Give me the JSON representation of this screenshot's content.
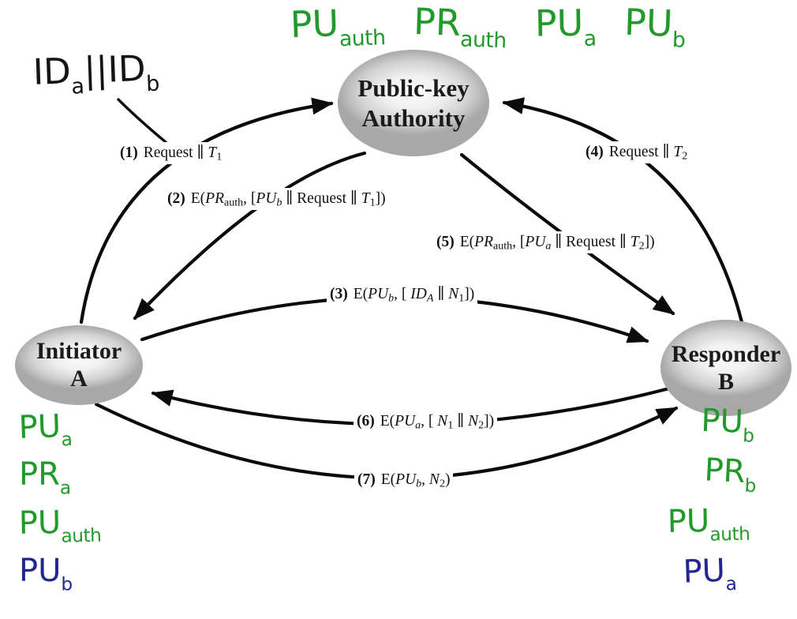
{
  "colors": {
    "ink_green": "#219a2b",
    "ink_blue": "#23268f",
    "ink_black": "#141414",
    "arrow": "#0b0b0b",
    "node_fill_edge": "#a8a8a8"
  },
  "nodes": {
    "authority": {
      "line1": "Public-key",
      "line2": "Authority"
    },
    "initiator": {
      "line1": "Initiator",
      "line2": "A"
    },
    "responder": {
      "line1": "Responder",
      "line2": "B"
    }
  },
  "messages": [
    {
      "num": "(1)",
      "parts": [
        {
          "t": "Request ∥ "
        },
        {
          "t": "T",
          "i": 1
        },
        {
          "t": "1",
          "s": 1
        }
      ]
    },
    {
      "num": "(2)",
      "parts": [
        {
          "t": "E("
        },
        {
          "t": "PR",
          "i": 1
        },
        {
          "t": "auth",
          "s": 1
        },
        {
          "t": ", ["
        },
        {
          "t": "PU",
          "i": 1
        },
        {
          "t": "b",
          "i": 1,
          "s": 1
        },
        {
          "t": " ∥ Request ∥ "
        },
        {
          "t": "T",
          "i": 1
        },
        {
          "t": "1",
          "s": 1
        },
        {
          "t": "])"
        }
      ]
    },
    {
      "num": "(3)",
      "parts": [
        {
          "t": "E("
        },
        {
          "t": "PU",
          "i": 1
        },
        {
          "t": "b",
          "i": 1,
          "s": 1
        },
        {
          "t": ", [ "
        },
        {
          "t": "ID",
          "i": 1
        },
        {
          "t": "A",
          "i": 1,
          "s": 1
        },
        {
          "t": " ∥ "
        },
        {
          "t": "N",
          "i": 1
        },
        {
          "t": "1",
          "s": 1
        },
        {
          "t": "])"
        }
      ]
    },
    {
      "num": "(4)",
      "parts": [
        {
          "t": "Request ∥ "
        },
        {
          "t": "T",
          "i": 1
        },
        {
          "t": "2",
          "s": 1
        }
      ]
    },
    {
      "num": "(5)",
      "parts": [
        {
          "t": "E("
        },
        {
          "t": "PR",
          "i": 1
        },
        {
          "t": "auth",
          "s": 1
        },
        {
          "t": ", ["
        },
        {
          "t": "PU",
          "i": 1
        },
        {
          "t": "a",
          "i": 1,
          "s": 1
        },
        {
          "t": " ∥ Request ∥ "
        },
        {
          "t": "T",
          "i": 1
        },
        {
          "t": "2",
          "s": 1
        },
        {
          "t": "])"
        }
      ]
    },
    {
      "num": "(6)",
      "parts": [
        {
          "t": "E("
        },
        {
          "t": "PU",
          "i": 1
        },
        {
          "t": "a",
          "i": 1,
          "s": 1
        },
        {
          "t": ", [ "
        },
        {
          "t": "N",
          "i": 1
        },
        {
          "t": "1",
          "s": 1
        },
        {
          "t": " ∥ "
        },
        {
          "t": "N",
          "i": 1
        },
        {
          "t": "2",
          "s": 1
        },
        {
          "t": "])"
        }
      ]
    },
    {
      "num": "(7)",
      "parts": [
        {
          "t": "E("
        },
        {
          "t": "PU",
          "i": 1
        },
        {
          "t": "b",
          "i": 1,
          "s": 1
        },
        {
          "t": ", "
        },
        {
          "t": "N",
          "i": 1
        },
        {
          "t": "2",
          "s": 1
        },
        {
          "t": ")"
        }
      ]
    }
  ],
  "handwritten": {
    "id_note": {
      "parts": [
        {
          "t": "ID"
        },
        {
          "t": "a",
          "s": 1
        },
        {
          "t": "||"
        },
        {
          "t": "ID"
        },
        {
          "t": "b",
          "s": 1
        }
      ]
    },
    "top_keys": [
      {
        "base": "PU",
        "sub": "auth",
        "color": "green"
      },
      {
        "base": "PR",
        "sub": "auth",
        "color": "green"
      },
      {
        "base": "PU",
        "sub": "a",
        "color": "green"
      },
      {
        "base": "PU",
        "sub": "b",
        "color": "green"
      }
    ],
    "initiator_keys": [
      {
        "base": "PU",
        "sub": "a",
        "color": "green"
      },
      {
        "base": "PR",
        "sub": "a",
        "color": "green"
      },
      {
        "base": "PU",
        "sub": "auth",
        "color": "green"
      },
      {
        "base": "PU",
        "sub": "b",
        "color": "blue"
      }
    ],
    "responder_keys": [
      {
        "base": "PU",
        "sub": "b",
        "color": "green"
      },
      {
        "base": "PR",
        "sub": "b",
        "color": "green"
      },
      {
        "base": "PU",
        "sub": "auth",
        "color": "green"
      },
      {
        "base": "PU",
        "sub": "a",
        "color": "blue"
      }
    ]
  }
}
